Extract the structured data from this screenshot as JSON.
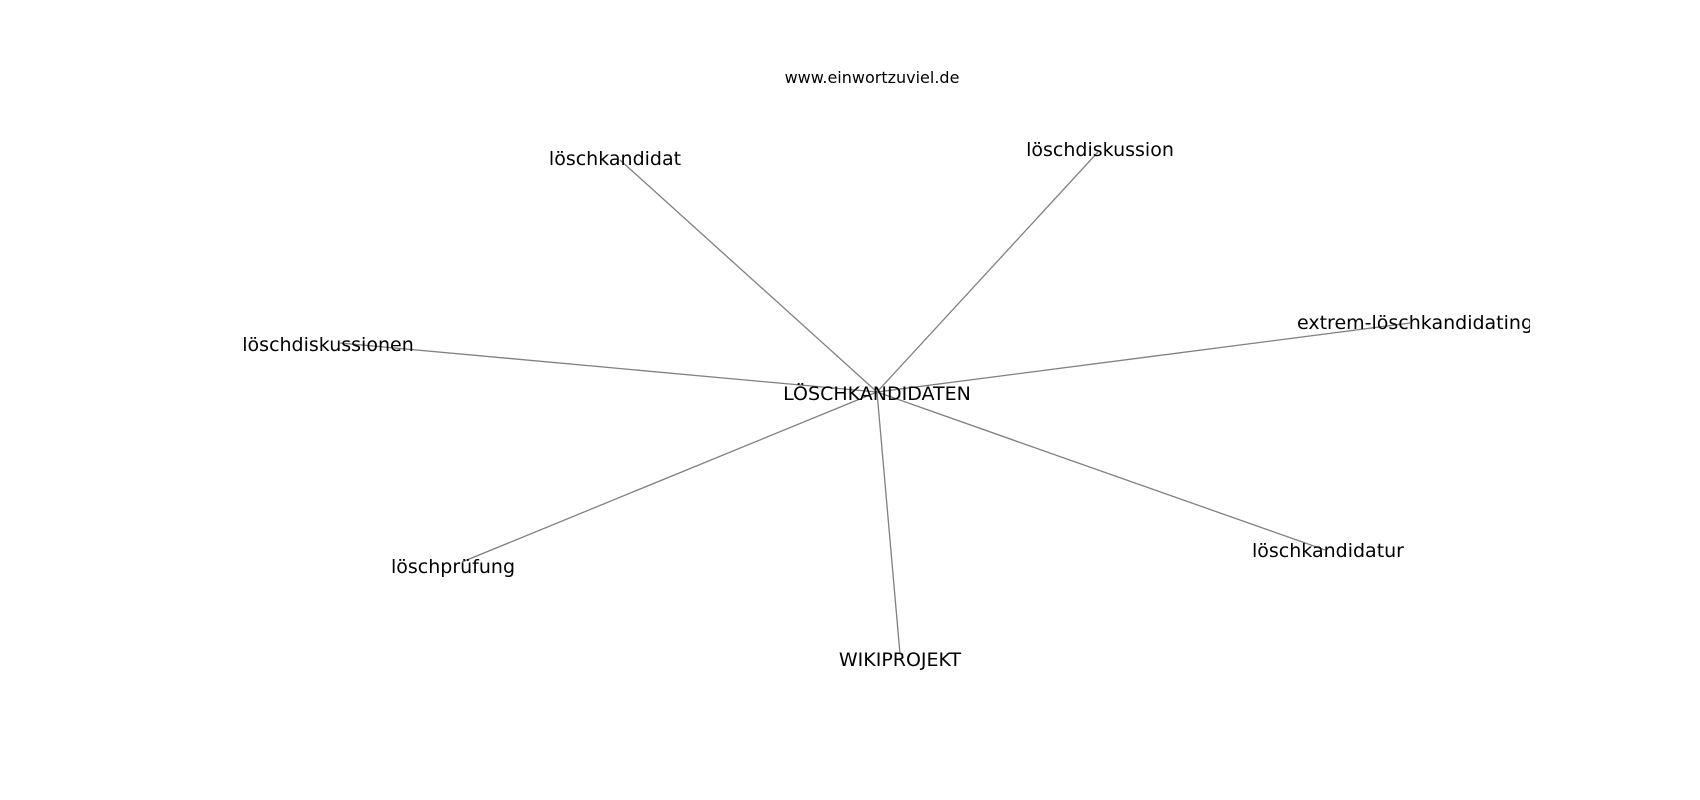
{
  "source": "www.einwortzuviel.de",
  "center": "LÖSCHKANDIDATEN",
  "nodes": [
    "löschkandidat",
    "löschdiskussion",
    "löschdiskussionen",
    "extrem-löschkandidating",
    "löschprüfung",
    "löschkandidatur",
    "WIKIPROJEKT"
  ],
  "colors": {
    "edge": "#808080",
    "text": "#000000",
    "background": "#ffffff"
  }
}
